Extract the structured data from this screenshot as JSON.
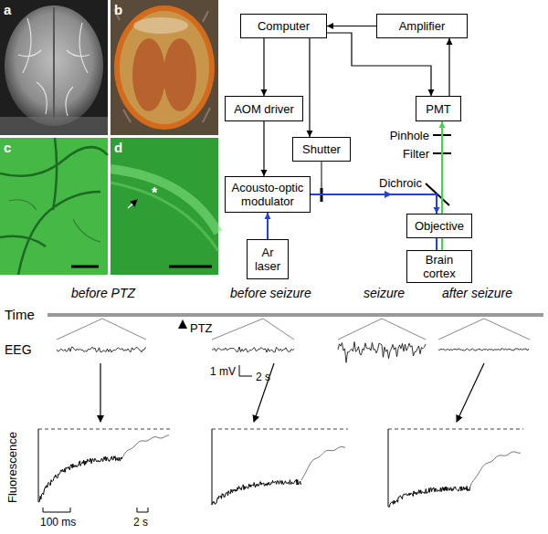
{
  "diagram": {
    "nodes": [
      {
        "text": [
          "Computer"
        ]
      },
      {
        "text": [
          "Amplifier"
        ]
      },
      {
        "text": [
          "AOM driver"
        ]
      },
      {
        "text": [
          "PMT"
        ]
      },
      {
        "text": [
          "Shutter"
        ]
      },
      {
        "text": [
          "Acousto-optic modulator"
        ]
      },
      {
        "text": [
          "Objective"
        ]
      },
      {
        "text": [
          "Ar laser"
        ]
      },
      {
        "text": [
          "Brain cortex"
        ]
      }
    ],
    "edges": [
      {
        "from": 1,
        "to": 0,
        "arrow": "to"
      },
      {
        "from": 0,
        "to": 2,
        "arrow": "to"
      },
      {
        "from": 0,
        "to": 4,
        "arrow": "to"
      },
      {
        "from": 0,
        "to": 3,
        "arrow": "to"
      },
      {
        "from": 3,
        "to": 1,
        "arrow": "to"
      },
      {
        "from": 7,
        "to": 5,
        "arrow": "to"
      },
      {
        "from": 2,
        "to": 5,
        "arrow": "to"
      },
      {
        "from": 5,
        "to": 6,
        "arrow": "to"
      },
      {
        "from": 6,
        "to": 8,
        "arrow": "none"
      },
      {
        "from": 6,
        "to": 3,
        "arrow": "to"
      }
    ],
    "labels": [
      "a",
      "b",
      "c",
      "d",
      "*",
      "Pinhole",
      "Filter",
      "Dichroic",
      "Time",
      "before PTZ",
      "before seizure",
      "seizure",
      "after seizure",
      "PTZ",
      "EEG",
      "1 mV",
      "2 s",
      "Fluorescence",
      "100 ms",
      "2 s"
    ]
  }
}
